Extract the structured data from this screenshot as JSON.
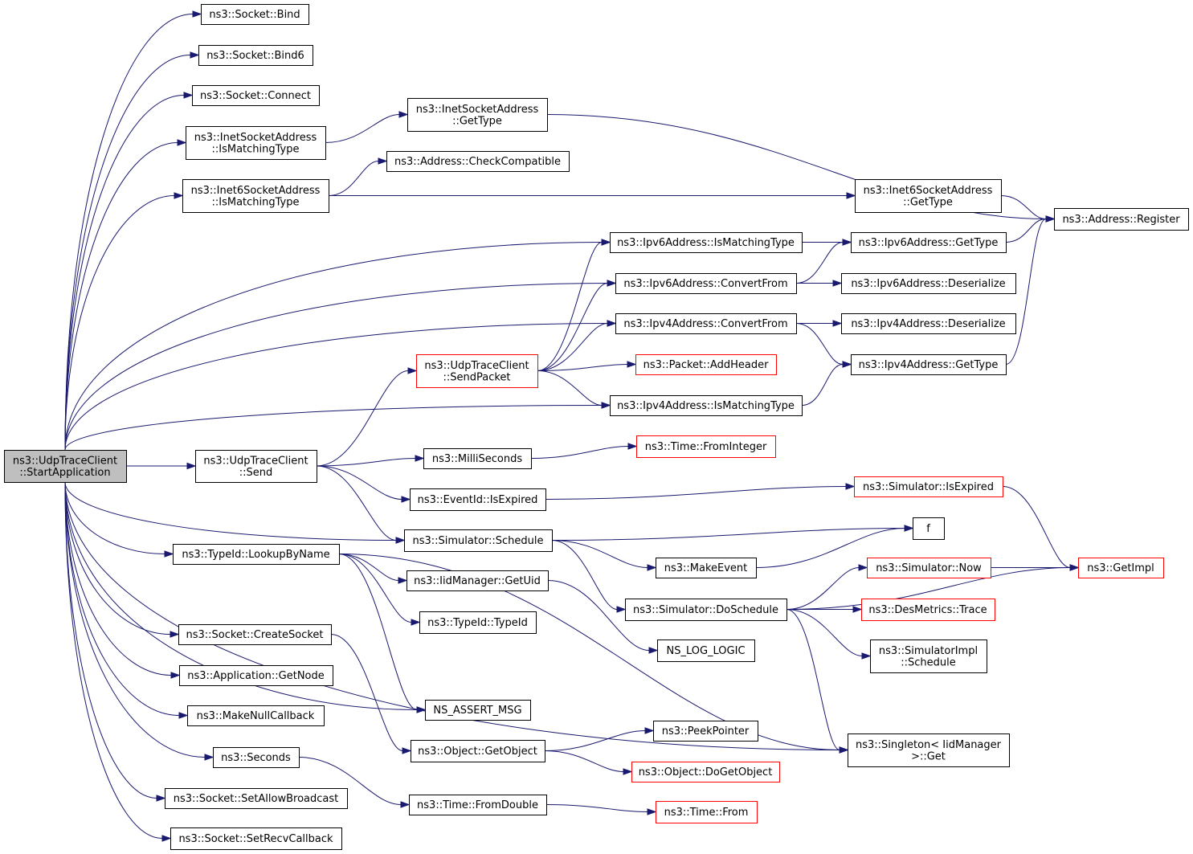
{
  "nodes": {
    "start": {
      "lines": [
        "ns3::UdpTraceClient",
        "::StartApplication"
      ],
      "color": "root"
    },
    "bind": {
      "lines": [
        "ns3::Socket::Bind"
      ]
    },
    "bind6": {
      "lines": [
        "ns3::Socket::Bind6"
      ]
    },
    "connect": {
      "lines": [
        "ns3::Socket::Connect"
      ]
    },
    "inetMatch": {
      "lines": [
        "ns3::InetSocketAddress",
        "::IsMatchingType"
      ]
    },
    "inet6Match": {
      "lines": [
        "ns3::Inet6SocketAddress",
        "::IsMatchingType"
      ]
    },
    "inetGetType": {
      "lines": [
        "ns3::InetSocketAddress",
        "::GetType"
      ]
    },
    "checkCompat": {
      "lines": [
        "ns3::Address::CheckCompatible"
      ]
    },
    "inet6GetType": {
      "lines": [
        "ns3::Inet6SocketAddress",
        "::GetType"
      ]
    },
    "register": {
      "lines": [
        "ns3::Address::Register"
      ]
    },
    "ipv6Match": {
      "lines": [
        "ns3::Ipv6Address::IsMatchingType"
      ]
    },
    "ipv6GetType": {
      "lines": [
        "ns3::Ipv6Address::GetType"
      ]
    },
    "ipv6Conv": {
      "lines": [
        "ns3::Ipv6Address::ConvertFrom"
      ]
    },
    "ipv6Deser": {
      "lines": [
        "ns3::Ipv6Address::Deserialize"
      ]
    },
    "ipv4Conv": {
      "lines": [
        "ns3::Ipv4Address::ConvertFrom"
      ]
    },
    "ipv4Deser": {
      "lines": [
        "ns3::Ipv4Address::Deserialize"
      ]
    },
    "sendPacket": {
      "lines": [
        "ns3::UdpTraceClient",
        "::SendPacket"
      ],
      "color": "red"
    },
    "addHeader": {
      "lines": [
        "ns3::Packet::AddHeader"
      ],
      "color": "red"
    },
    "ipv4GetType": {
      "lines": [
        "ns3::Ipv4Address::GetType"
      ]
    },
    "ipv4Match": {
      "lines": [
        "ns3::Ipv4Address::IsMatchingType"
      ]
    },
    "send": {
      "lines": [
        "ns3::UdpTraceClient",
        "::Send"
      ]
    },
    "milli": {
      "lines": [
        "ns3::MilliSeconds"
      ]
    },
    "fromInteger": {
      "lines": [
        "ns3::Time::FromInteger"
      ],
      "color": "red"
    },
    "isExpired": {
      "lines": [
        "ns3::EventId::IsExpired"
      ]
    },
    "simIsExpired": {
      "lines": [
        "ns3::Simulator::IsExpired"
      ],
      "color": "red"
    },
    "schedule": {
      "lines": [
        "ns3::Simulator::Schedule"
      ]
    },
    "f": {
      "lines": [
        "f"
      ]
    },
    "lookup": {
      "lines": [
        "ns3::TypeId::LookupByName"
      ]
    },
    "makeEvent": {
      "lines": [
        "ns3::MakeEvent"
      ]
    },
    "getImpl": {
      "lines": [
        "ns3::GetImpl"
      ],
      "color": "red"
    },
    "iidGetUid": {
      "lines": [
        "ns3::IidManager::GetUid"
      ]
    },
    "simNow": {
      "lines": [
        "ns3::Simulator::Now"
      ],
      "color": "red"
    },
    "typeId": {
      "lines": [
        "ns3::TypeId::TypeId"
      ]
    },
    "doSchedule": {
      "lines": [
        "ns3::Simulator::DoSchedule"
      ]
    },
    "desTrace": {
      "lines": [
        "ns3::DesMetrics::Trace"
      ],
      "color": "red"
    },
    "createSocket": {
      "lines": [
        "ns3::Socket::CreateSocket"
      ]
    },
    "nsLogLogic": {
      "lines": [
        "NS_LOG_LOGIC"
      ]
    },
    "simImplSched": {
      "lines": [
        "ns3::SimulatorImpl",
        "::Schedule"
      ]
    },
    "getNode": {
      "lines": [
        "ns3::Application::GetNode"
      ]
    },
    "makeNullCb": {
      "lines": [
        "ns3::MakeNullCallback"
      ]
    },
    "nsAssert": {
      "lines": [
        "NS_ASSERT_MSG"
      ]
    },
    "singletonGet": {
      "lines": [
        "ns3::Singleton< IidManager",
        ">::Get"
      ]
    },
    "peekPointer": {
      "lines": [
        "ns3::PeekPointer"
      ]
    },
    "seconds": {
      "lines": [
        "ns3::Seconds"
      ]
    },
    "getObject": {
      "lines": [
        "ns3::Object::GetObject"
      ]
    },
    "doGetObject": {
      "lines": [
        "ns3::Object::DoGetObject"
      ],
      "color": "red"
    },
    "allowBcast": {
      "lines": [
        "ns3::Socket::SetAllowBroadcast"
      ]
    },
    "fromDouble": {
      "lines": [
        "ns3::Time::FromDouble"
      ]
    },
    "timeFrom": {
      "lines": [
        "ns3::Time::From"
      ],
      "color": "red"
    },
    "setRecvCb": {
      "lines": [
        "ns3::Socket::SetRecvCallback"
      ]
    }
  },
  "edges": [
    [
      "start",
      "bind"
    ],
    [
      "start",
      "bind6"
    ],
    [
      "start",
      "connect"
    ],
    [
      "start",
      "inetMatch"
    ],
    [
      "start",
      "inet6Match"
    ],
    [
      "start",
      "ipv6Match"
    ],
    [
      "start",
      "ipv6Conv"
    ],
    [
      "start",
      "ipv4Conv"
    ],
    [
      "start",
      "ipv4Match"
    ],
    [
      "start",
      "send"
    ],
    [
      "start",
      "schedule"
    ],
    [
      "start",
      "lookup"
    ],
    [
      "start",
      "createSocket"
    ],
    [
      "start",
      "getNode"
    ],
    [
      "start",
      "makeNullCb"
    ],
    [
      "start",
      "seconds"
    ],
    [
      "start",
      "allowBcast"
    ],
    [
      "start",
      "setRecvCb"
    ],
    [
      "start",
      "nsAssert"
    ],
    [
      "start",
      "singletonGet"
    ],
    [
      "inetMatch",
      "inetGetType"
    ],
    [
      "inetGetType",
      "register"
    ],
    [
      "inet6Match",
      "checkCompat"
    ],
    [
      "inet6Match",
      "inet6GetType"
    ],
    [
      "inet6GetType",
      "register"
    ],
    [
      "ipv6Match",
      "ipv6GetType"
    ],
    [
      "ipv6GetType",
      "register"
    ],
    [
      "ipv6Conv",
      "ipv6Deser"
    ],
    [
      "ipv6Conv",
      "ipv6GetType"
    ],
    [
      "ipv4Conv",
      "ipv4Deser"
    ],
    [
      "ipv4Conv",
      "ipv4GetType"
    ],
    [
      "ipv4GetType",
      "register"
    ],
    [
      "ipv4Match",
      "ipv4GetType"
    ],
    [
      "sendPacket",
      "ipv6Match"
    ],
    [
      "sendPacket",
      "ipv6Conv"
    ],
    [
      "sendPacket",
      "ipv4Conv"
    ],
    [
      "sendPacket",
      "addHeader"
    ],
    [
      "sendPacket",
      "ipv4Match"
    ],
    [
      "send",
      "sendPacket"
    ],
    [
      "send",
      "milli"
    ],
    [
      "send",
      "isExpired"
    ],
    [
      "send",
      "schedule"
    ],
    [
      "milli",
      "fromInteger"
    ],
    [
      "isExpired",
      "simIsExpired"
    ],
    [
      "simIsExpired",
      "getImpl"
    ],
    [
      "schedule",
      "f"
    ],
    [
      "schedule",
      "makeEvent"
    ],
    [
      "schedule",
      "doSchedule"
    ],
    [
      "makeEvent",
      "f"
    ],
    [
      "doSchedule",
      "simNow"
    ],
    [
      "doSchedule",
      "desTrace"
    ],
    [
      "doSchedule",
      "simImplSched"
    ],
    [
      "doSchedule",
      "getImpl"
    ],
    [
      "doSchedule",
      "singletonGet"
    ],
    [
      "simNow",
      "getImpl"
    ],
    [
      "lookup",
      "iidGetUid"
    ],
    [
      "lookup",
      "typeId"
    ],
    [
      "lookup",
      "nsAssert"
    ],
    [
      "lookup",
      "singletonGet"
    ],
    [
      "iidGetUid",
      "nsLogLogic"
    ],
    [
      "createSocket",
      "getObject"
    ],
    [
      "getObject",
      "peekPointer"
    ],
    [
      "getObject",
      "doGetObject"
    ],
    [
      "seconds",
      "fromDouble"
    ],
    [
      "fromDouble",
      "timeFrom"
    ]
  ]
}
